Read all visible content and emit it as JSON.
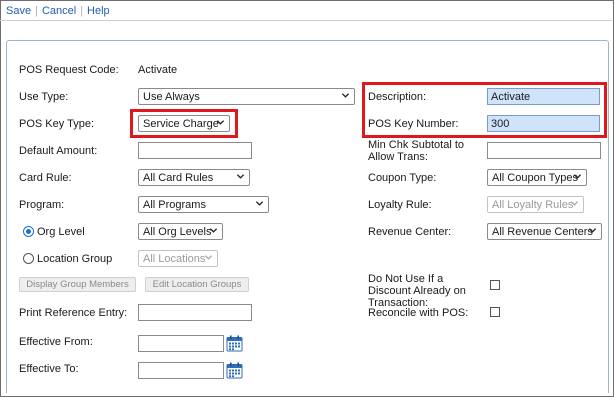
{
  "toolbar": {
    "save": "Save",
    "cancel": "Cancel",
    "help": "Help"
  },
  "form": {
    "pos_request_code": {
      "label": "POS Request Code:",
      "value": "Activate"
    },
    "use_type": {
      "label": "Use Type:",
      "value": "Use Always"
    },
    "pos_key_type": {
      "label": "POS Key Type:",
      "value": "Service Charge"
    },
    "default_amount": {
      "label": "Default Amount:",
      "value": ""
    },
    "card_rule": {
      "label": "Card Rule:",
      "value": "All Card Rules"
    },
    "program": {
      "label": "Program:",
      "value": "All Programs"
    },
    "org_level": {
      "label": "Org Level",
      "value": "All Org Levels",
      "checked": true
    },
    "location_group": {
      "label": "Location Group",
      "value": "All Locations",
      "checked": false
    },
    "display_group_members": "Display Group Members",
    "edit_location_groups": "Edit Location Groups",
    "print_reference_entry": {
      "label": "Print Reference Entry:",
      "value": ""
    },
    "effective_from": {
      "label": "Effective From:",
      "value": ""
    },
    "effective_to": {
      "label": "Effective To:",
      "value": ""
    },
    "description": {
      "label": "Description:",
      "value": "Activate"
    },
    "pos_key_number": {
      "label": "POS Key Number:",
      "value": "300"
    },
    "min_chk_subtotal": {
      "label": "Min Chk Subtotal to Allow Trans:",
      "value": ""
    },
    "coupon_type": {
      "label": "Coupon Type:",
      "value": "All Coupon Types"
    },
    "loyalty_rule": {
      "label": "Loyalty Rule:",
      "value": "All Loyalty Rules"
    },
    "revenue_center": {
      "label": "Revenue Center:",
      "value": "All Revenue Centers"
    },
    "do_not_use_discount": {
      "label": "Do Not Use If a Discount Already on Transaction:",
      "checked": false
    },
    "reconcile_with_pos": {
      "label": "Reconcile with POS:",
      "checked": false
    }
  },
  "icons": {
    "caret": "chevron-down-icon",
    "calendar": "calendar-icon"
  },
  "colors": {
    "link": "#1f5fae",
    "highlight_field": "#cfe3fb",
    "callout_border": "#e0171d",
    "radio_accent": "#1f6fd0"
  }
}
